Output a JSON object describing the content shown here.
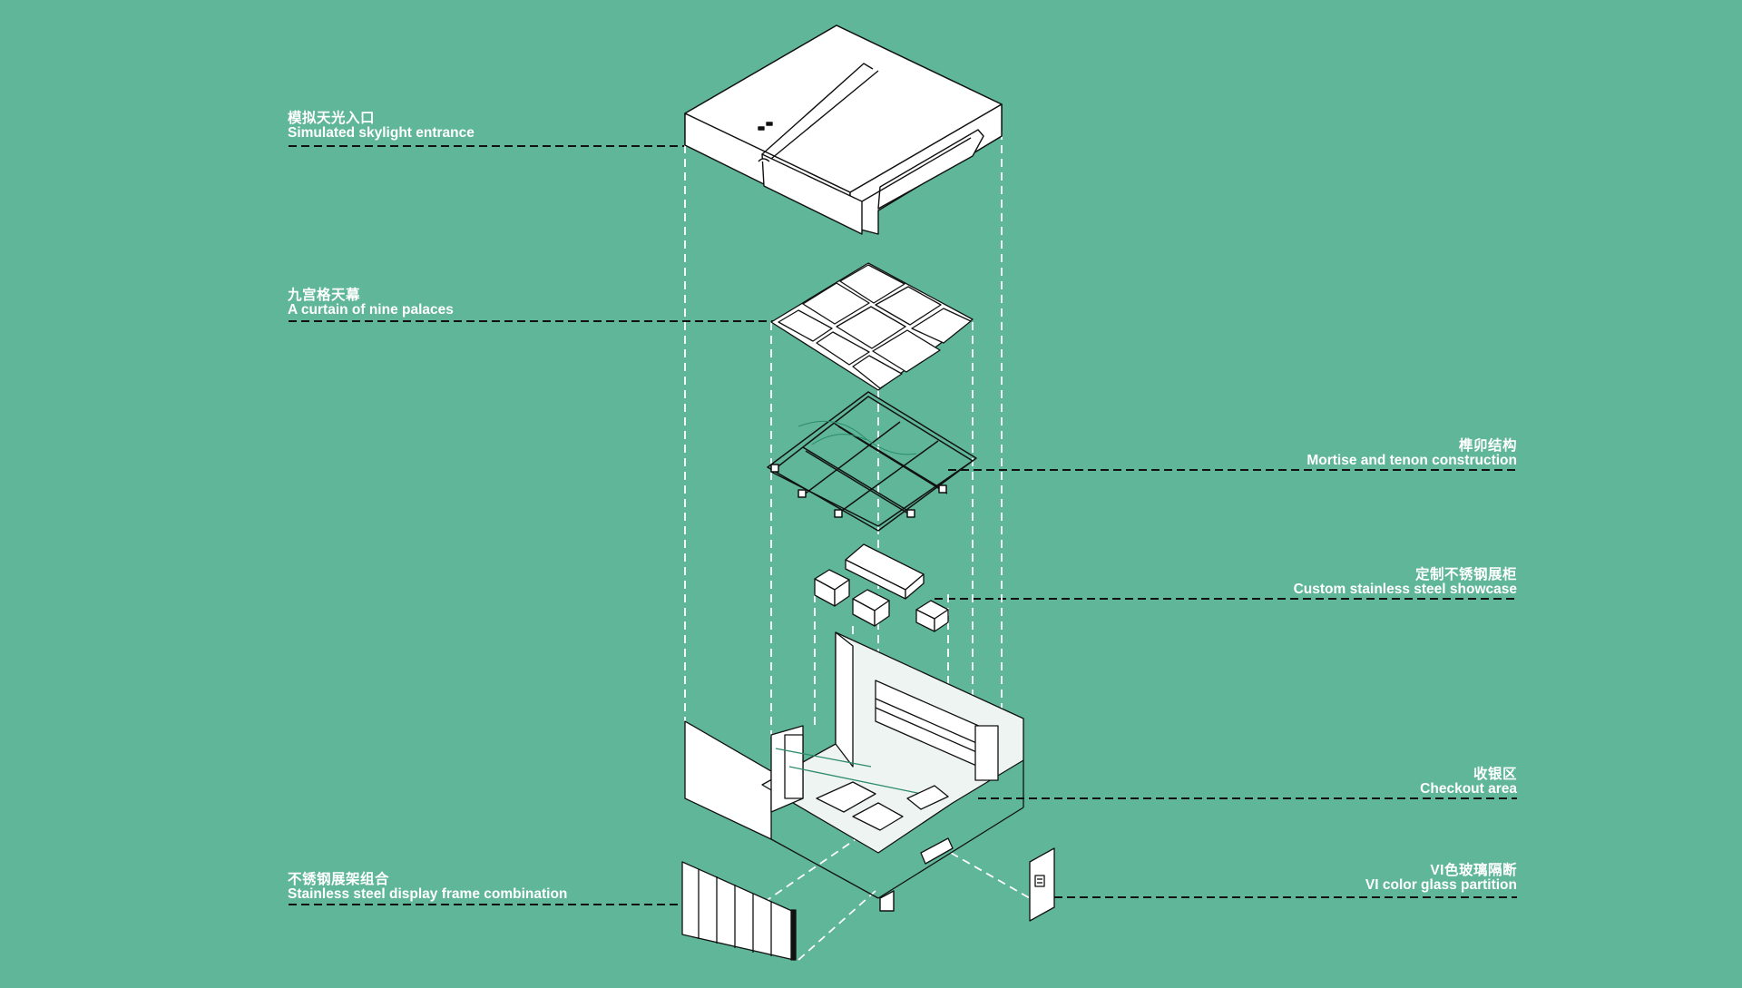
{
  "colors": {
    "background": "#5fb698",
    "text": "#ffffff",
    "line": "#111111",
    "fill": "#ffffff"
  },
  "labels": {
    "skylight": {
      "cn": "模拟天光入口",
      "en": "Simulated skylight entrance"
    },
    "curtain": {
      "cn": "九宫格天幕",
      "en": "A curtain of nine palaces"
    },
    "mortise": {
      "cn": "榫卯结构",
      "en": "Mortise and tenon construction"
    },
    "showcase": {
      "cn": "定制不锈钢展柜",
      "en": "Custom stainless steel showcase"
    },
    "checkout": {
      "cn": "收银区",
      "en": "Checkout area"
    },
    "frame": {
      "cn": "不锈钢展架组合",
      "en": "Stainless steel display frame combination"
    },
    "partition": {
      "cn": "VI色玻璃隔断",
      "en": "VI color glass partition"
    }
  }
}
